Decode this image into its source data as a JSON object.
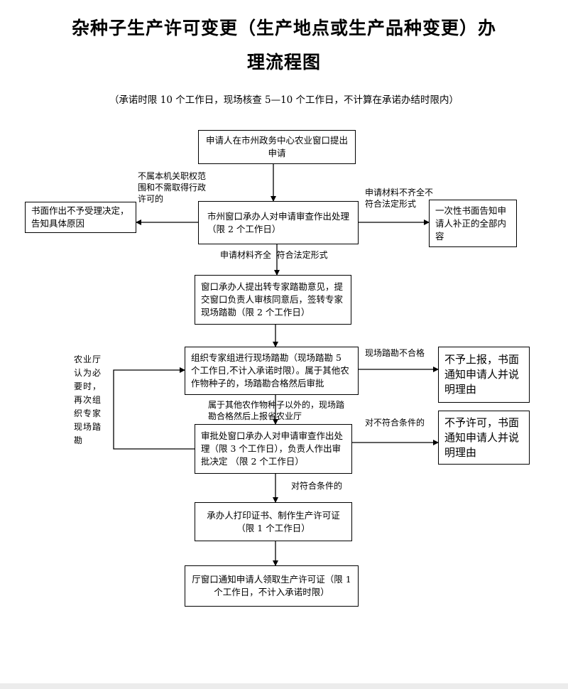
{
  "title": {
    "line1": "杂种子生产许可变更（生产地点或生产品种变更）办",
    "line2": "理流程图"
  },
  "subtitle": "（承诺时限 10 个工作日，现场核查 5—10 个工作日，不计算在承诺办结时限内）",
  "nodes": {
    "apply": "申请人在市州政务中心农业窗口提出申请",
    "review": "市州窗口承办人对申请审查作出处理（限 2 个工作日）",
    "reject": "书面作出不予受理决定，告知具体原因",
    "supplement": "一次性书面告知申请人补正的全部内容",
    "expert_transfer": "窗口承办人提出转专家踏勘意见，提交窗口负责人审核同意后，签转专家现场踏勘（限 2 个工作日）",
    "field_inspection": "组织专家组进行现场踏勘（现场踏勘 5 个工作日,不计入承诺时限）。属于其他农作物种子的，场踏勘合格然后审批",
    "not_reported": "不予上报，书面通知申请人并说明理由",
    "approval": "审批处窗口承办人对申请审查作出处理（限 3 个工作日），负责人作出审批决定 （限 2 个工作日）",
    "not_permitted": "不予许可，书面通知申请人并说明理由",
    "print_cert": "承办人打印证书、制作生产许可证（限 1 个工作日）",
    "notify_collect": "厅窗口通知申请人领取生产许可证（限 1 个工作日，不计入承诺时限）"
  },
  "edge_labels": {
    "out_of_scope": "不属本机关职权范围和不需取得行政许可的",
    "incomplete": "申请材料不齐全不符合法定形式",
    "complete": "申请材料齐全  符合法定形式",
    "inspection_failed": "现场踏勘不合格",
    "other_crops": "属于其他农作物种子以外的，现场踏勘合格然后上报省农业厅",
    "noncompliant": "对不符合条件的",
    "compliant": "对符合条件的",
    "reinspect": "农业厅认为必要时，再次组织专家现场踏勘"
  }
}
